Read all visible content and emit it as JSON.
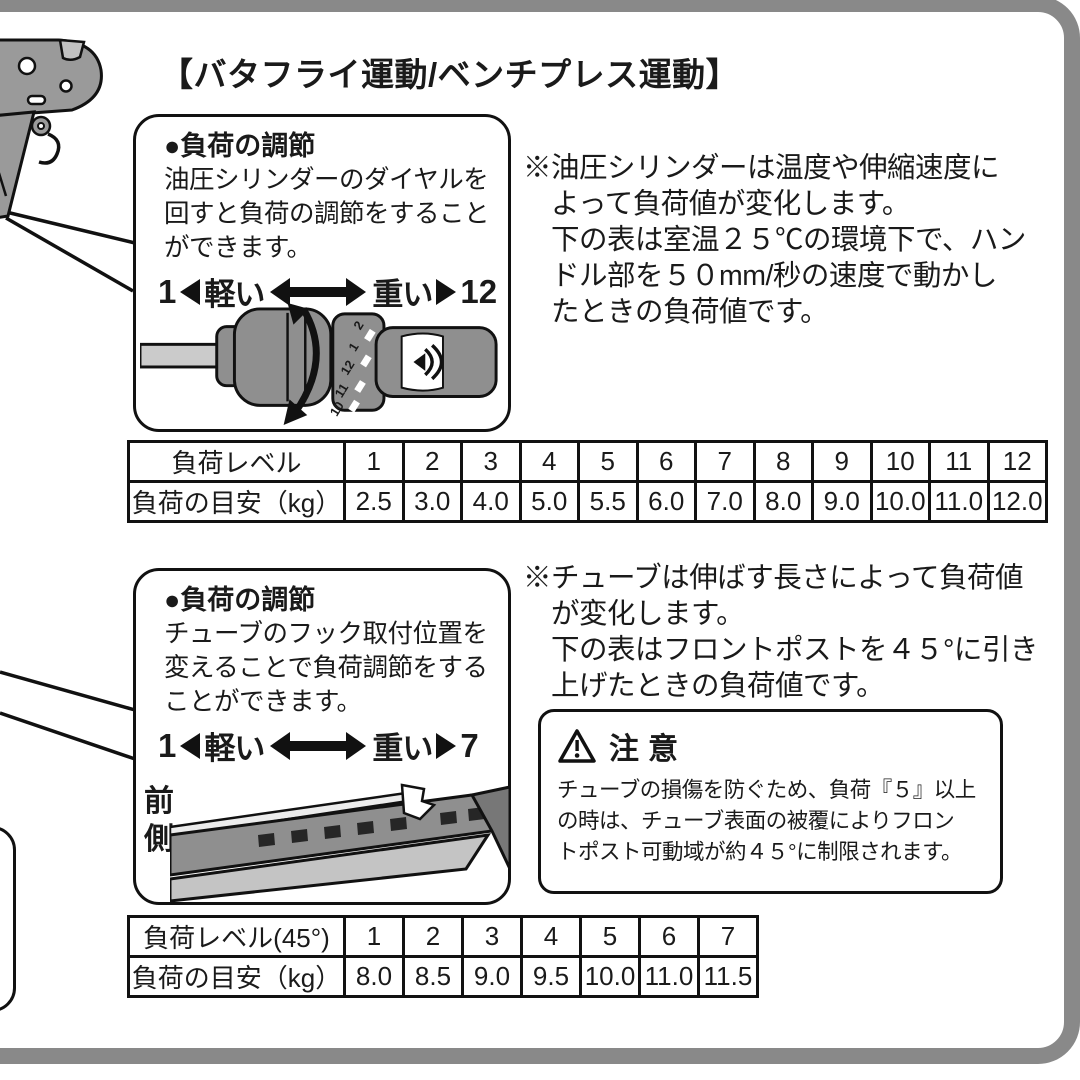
{
  "page": {
    "title": "【バタフライ運動/ベンチプレス運動】"
  },
  "section1": {
    "box": {
      "heading": "●負荷の調節",
      "body": "油圧シリンダーのダイヤルを\n回すと負荷の調節をすること\nができます。",
      "scale": {
        "min": "1",
        "light_label": "軽い",
        "heavy_label": "重い",
        "max": "12"
      }
    },
    "dial_numbers": [
      "2",
      "1",
      "12",
      "11",
      "10"
    ],
    "note": "※油圧シリンダーは温度や伸縮速度に\n　よって負荷値が変化します。\n　下の表は室温２５℃の環境下で、ハン\n　ドル部を５０mm/秒の速度で動かし\n　たときの負荷値です。",
    "table": {
      "row1_label": "負荷レベル",
      "row2_label": "負荷の目安（kg）",
      "levels": [
        "1",
        "2",
        "3",
        "4",
        "5",
        "6",
        "7",
        "8",
        "9",
        "10",
        "11",
        "12"
      ],
      "weights": [
        "2.5",
        "3.0",
        "4.0",
        "5.0",
        "5.5",
        "6.0",
        "7.0",
        "8.0",
        "9.0",
        "10.0",
        "11.0",
        "12.0"
      ]
    }
  },
  "section2": {
    "box": {
      "heading": "●負荷の調節",
      "body": "チューブのフック取付位置を\n変えることで負荷調節をする\nことができます。",
      "scale": {
        "min": "1",
        "light_label": "軽い",
        "heavy_label": "重い",
        "max": "7"
      },
      "side_label": "前側"
    },
    "note": "※チューブは伸ばす長さによって負荷値\n　が変化します。\n　下の表はフロントポストを４５°に引き\n　上げたときの負荷値です。",
    "warning": {
      "title": "注意",
      "body": "チューブの損傷を防ぐため、負荷『５』以上\nの時は、チューブ表面の被覆によりフロン\nトポスト可動域が約４５°に制限されます。"
    },
    "table": {
      "row1_label": "負荷レベル(45°)",
      "row2_label": "負荷の目安（kg）",
      "levels": [
        "1",
        "2",
        "3",
        "4",
        "5",
        "6",
        "7"
      ],
      "weights": [
        "8.0",
        "8.5",
        "9.0",
        "9.5",
        "10.0",
        "11.0",
        "11.5"
      ]
    }
  },
  "colors": {
    "frame_gray": "#898989",
    "illustration_gray": "#8f8f8f",
    "line_black": "#111111"
  }
}
